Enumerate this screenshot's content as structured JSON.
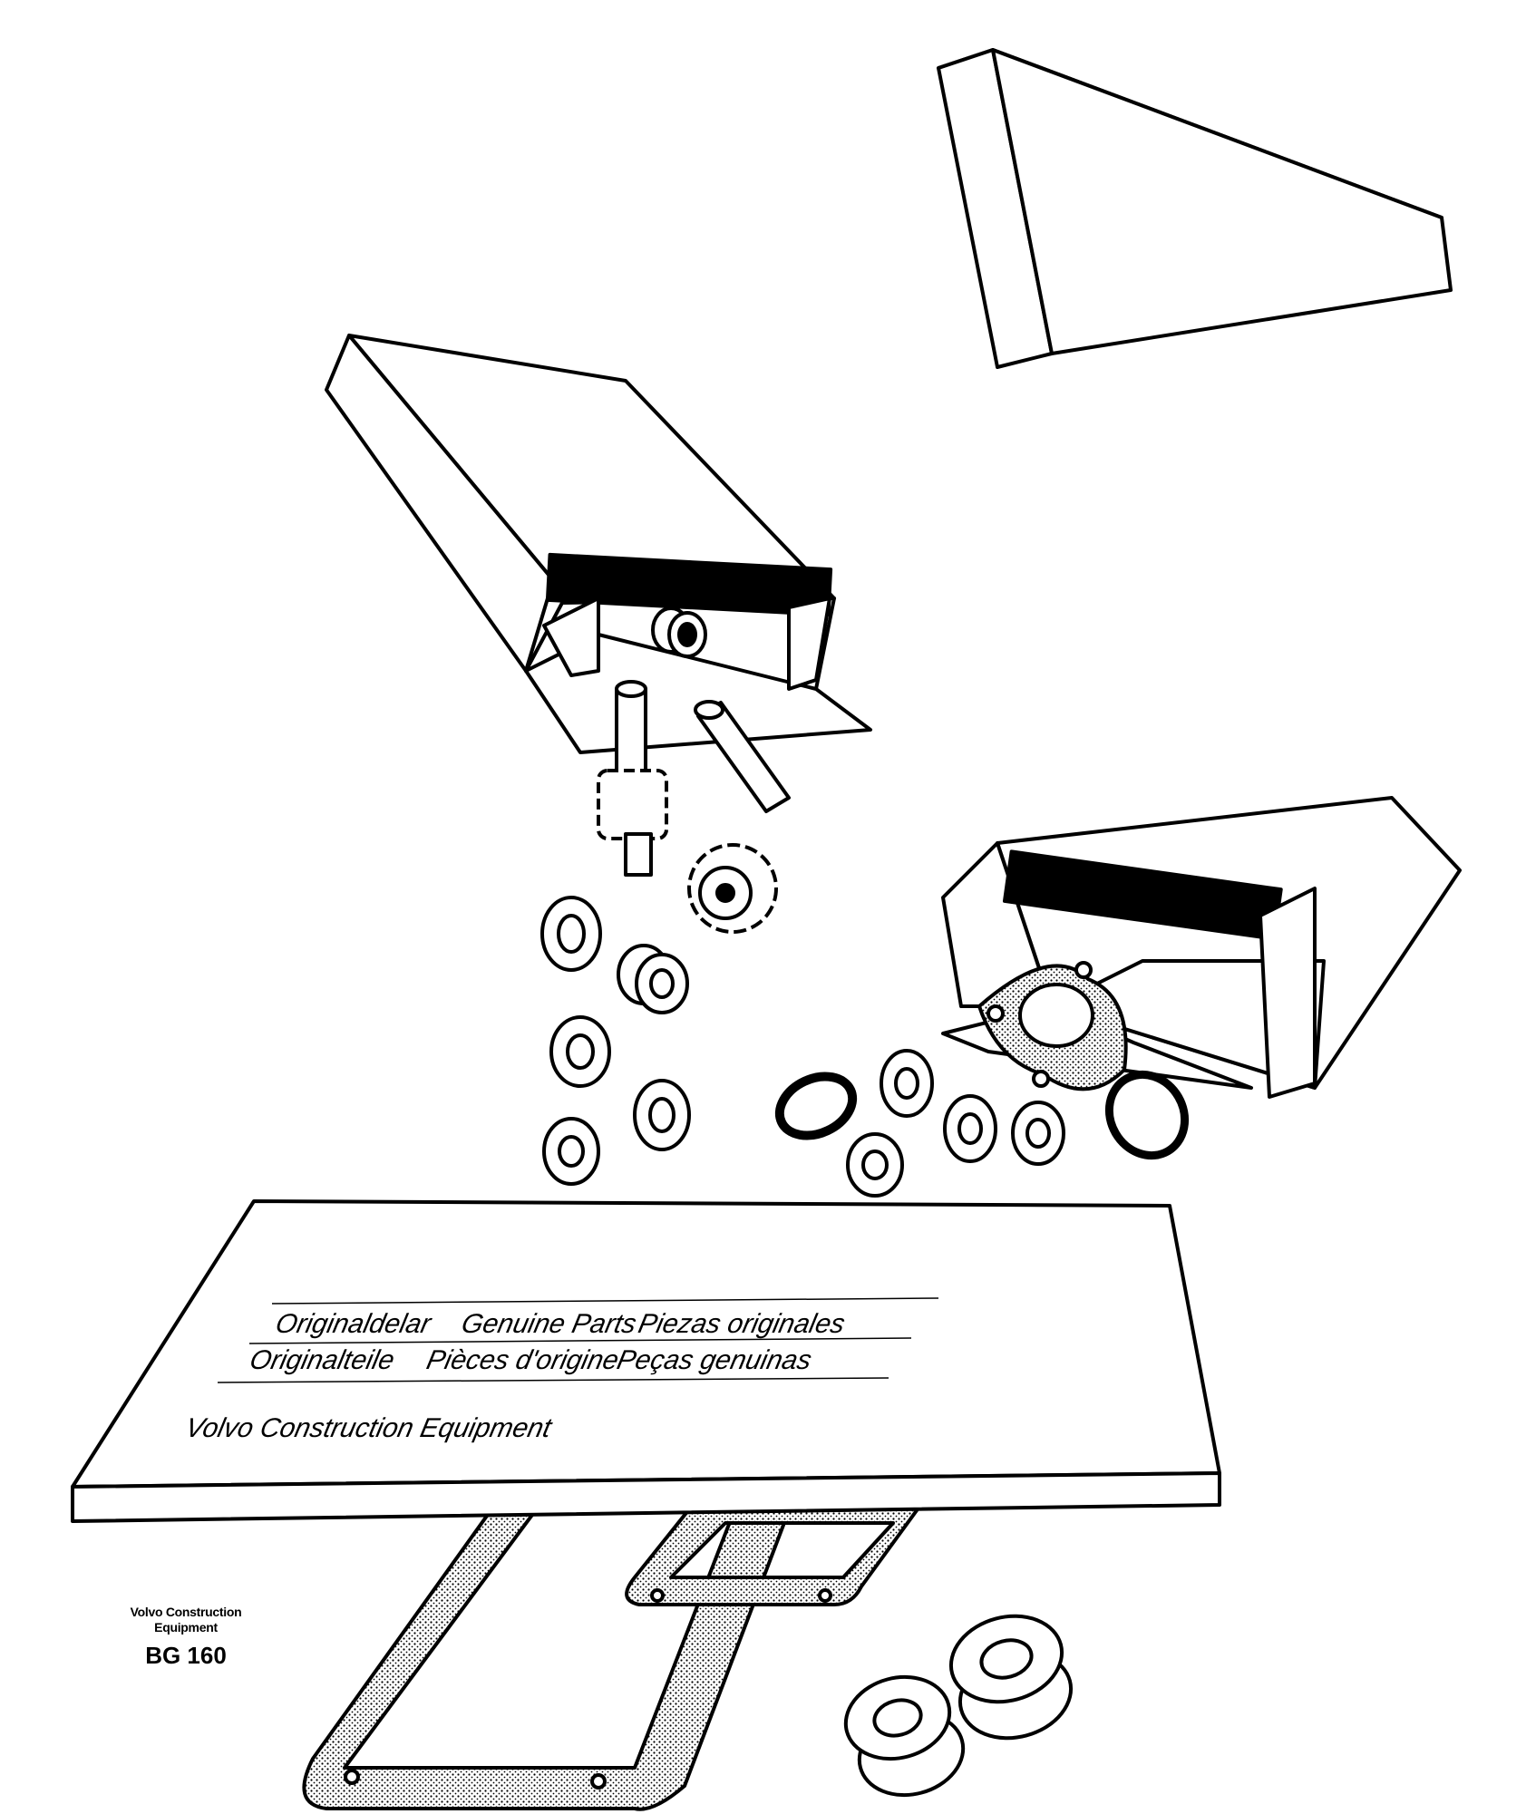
{
  "card": {
    "line1": [
      "Originaldelar",
      "Genuine Parts",
      "Piezas originales"
    ],
    "line2": [
      "Originalteile",
      "Pièces d'origine",
      "Peças genuinas"
    ],
    "brand": "Volvo Construction Equipment"
  },
  "caption": {
    "line1": "Volvo Construction",
    "line2": "Equipment",
    "model": "BG 160"
  }
}
